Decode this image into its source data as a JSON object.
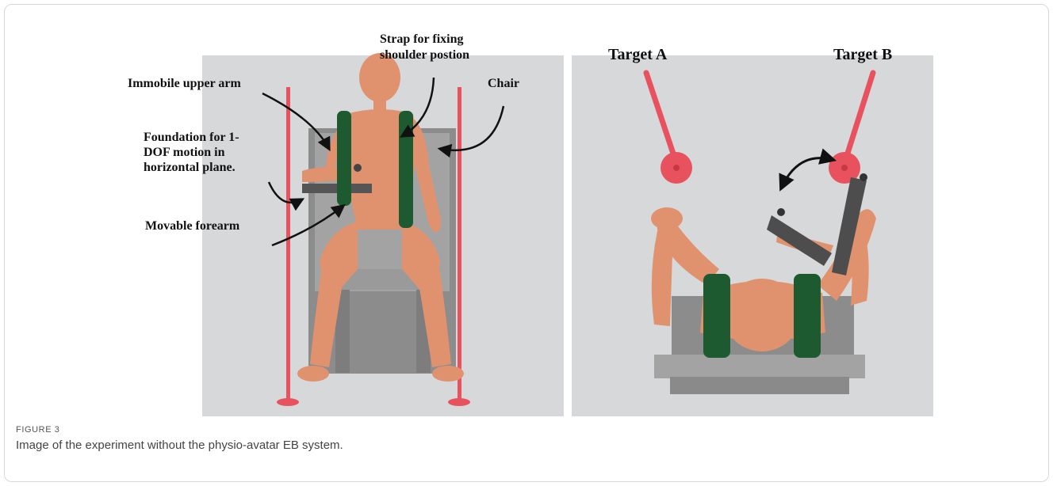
{
  "figure": {
    "label": "FIGURE 3",
    "caption": "Image of the experiment without the physio-avatar EB system."
  },
  "left_panel": {
    "annotations": {
      "strap_line1": "Strap for fixing",
      "strap_line2": "shoulder postion",
      "upper_arm": "Immobile upper arm",
      "chair": "Chair",
      "foundation_line1": "Foundation for 1-",
      "foundation_line2": "DOF motion in",
      "foundation_line3": "horizontal plane.",
      "forearm": "Movable forearm"
    }
  },
  "right_panel": {
    "targets": {
      "a": "Target A",
      "b": "Target B"
    }
  },
  "colors": {
    "background": "#d6d8da",
    "skin": "#e0926f",
    "strap": "#1e5a30",
    "target": "#e8525f",
    "chair": "#8a8a8a"
  }
}
